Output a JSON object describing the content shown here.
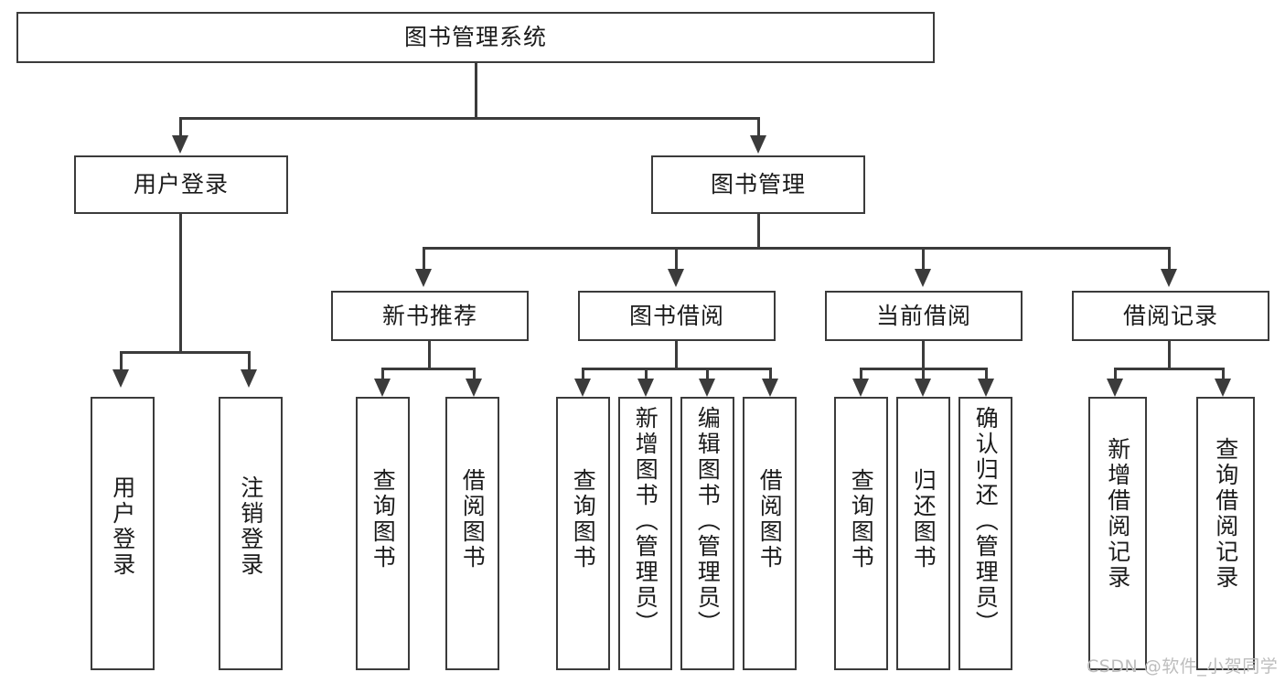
{
  "diagram": {
    "type": "tree-hierarchy-chart",
    "title": "图书管理系统",
    "root": {
      "label": "图书管理系统"
    },
    "level2": [
      {
        "label": "用户登录"
      },
      {
        "label": "图书管理"
      }
    ],
    "level3": [
      {
        "label": "新书推荐"
      },
      {
        "label": "图书借阅"
      },
      {
        "label": "当前借阅"
      },
      {
        "label": "借阅记录"
      }
    ],
    "leaves": {
      "user_login": [
        {
          "label": "用户登录"
        },
        {
          "label": "注销登录"
        }
      ],
      "new_book_recommend": [
        {
          "label": "查询图书"
        },
        {
          "label": "借阅图书"
        }
      ],
      "book_borrow": [
        {
          "label": "查询图书"
        },
        {
          "label": "新增图书（管理员）"
        },
        {
          "label": "编辑图书（管理员）"
        },
        {
          "label": "借阅图书"
        }
      ],
      "current_borrow": [
        {
          "label": "查询图书"
        },
        {
          "label": "归还图书"
        },
        {
          "label": "确认归还（管理员）"
        }
      ],
      "borrow_record": [
        {
          "label": "新增借阅记录"
        },
        {
          "label": "查询借阅记录"
        }
      ]
    }
  },
  "watermark": {
    "text": "CSDN @软件_小贺同学"
  },
  "colors": {
    "stroke": "#3b3b3b",
    "text": "#1b1b1b",
    "background": "#ffffff",
    "watermark": "#bdbdbd"
  }
}
